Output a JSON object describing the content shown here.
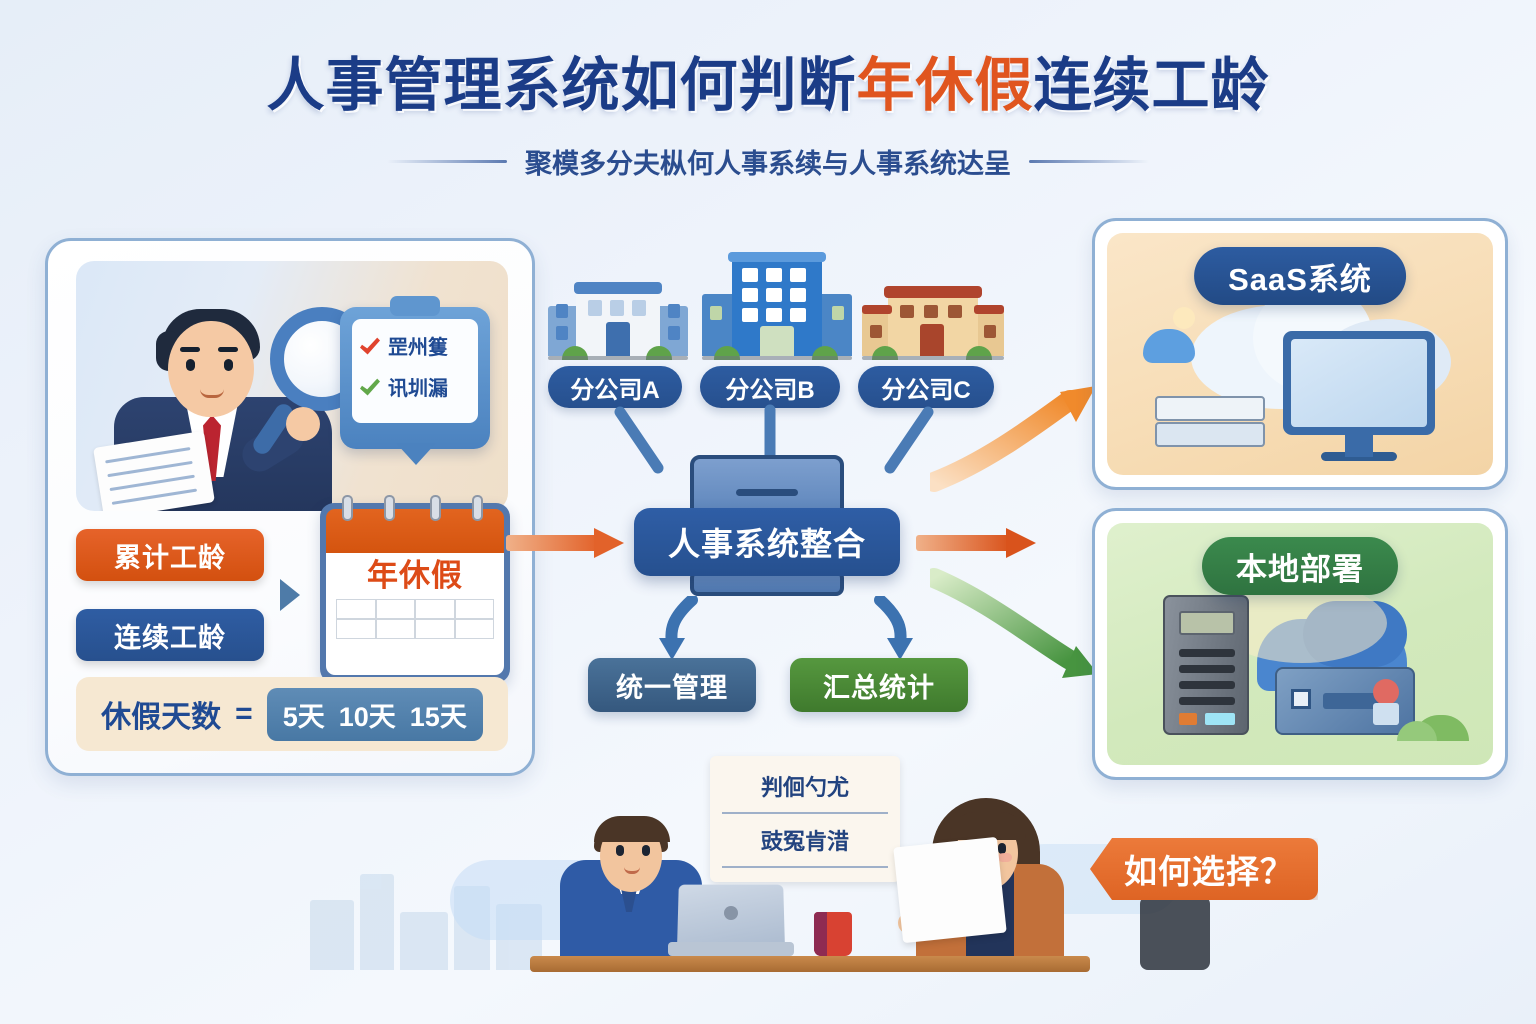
{
  "header": {
    "title_main_1": "人事管理系统如何判断",
    "title_highlight": "年休假",
    "title_main_2": "连续工龄",
    "subtitle": "聚模多分夫枞何人事系续与人事系统达呈"
  },
  "left_panel": {
    "clipboard": {
      "item_1": "罡州篗",
      "item_2": "讯圳漏",
      "icon_1": "red-check-icon",
      "icon_2": "green-check-icon"
    },
    "tags": [
      {
        "label": "累计工龄",
        "color": "#d3500f"
      },
      {
        "label": "连续工龄",
        "color": "#27508e"
      }
    ],
    "calendar": {
      "title": "年休假"
    },
    "formula": {
      "label": "休假天数",
      "equals": "=",
      "values": [
        "5天",
        "10天",
        "15天"
      ]
    }
  },
  "middle": {
    "branches": [
      {
        "label": "分公司A"
      },
      {
        "label": "分公司B"
      },
      {
        "label": "分公司C"
      }
    ],
    "hub": {
      "label": "人事系统整合"
    },
    "outputs": [
      {
        "label": "统一管理",
        "color": "#35587e"
      },
      {
        "label": "汇总统计",
        "color": "#3f7a2d"
      }
    ]
  },
  "right_panels": [
    {
      "badge": "SaaS系统",
      "theme": "#224a85"
    },
    {
      "badge": "本地部署",
      "theme": "#2f7340"
    }
  ],
  "bottom": {
    "note_line_1": "判佪勺尤",
    "note_line_2": "豉冤肯㳻",
    "question_badge": "如何选择？"
  },
  "colors": {
    "background": "#e8eff8",
    "title_blue": "#1b3c87",
    "title_orange": "#e0551f",
    "accent_orange": "#e0551f",
    "accent_blue": "#27508e",
    "accent_green": "#3f7a2d"
  }
}
